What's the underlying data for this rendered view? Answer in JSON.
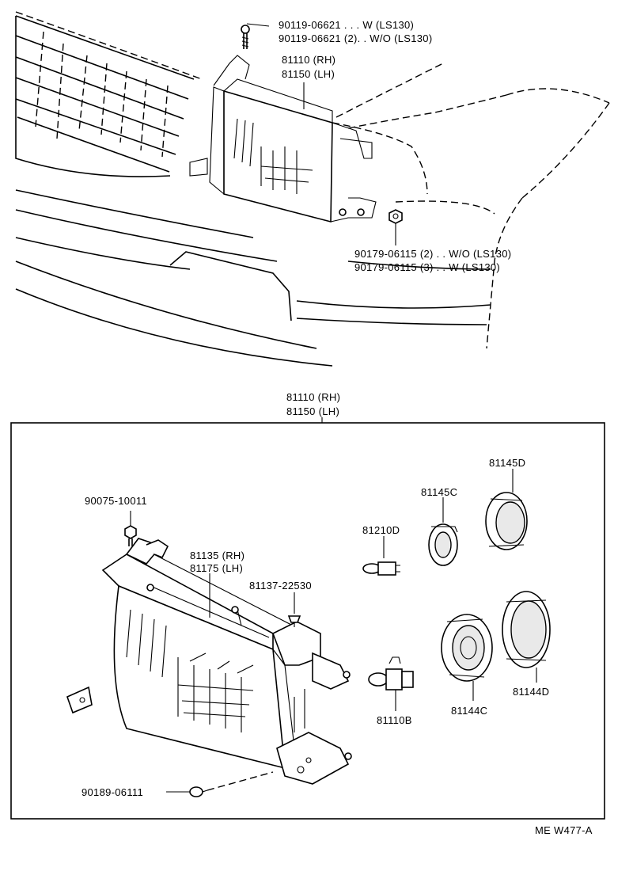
{
  "top_view": {
    "bolt_callout": {
      "line1": "90119-06621 . . . W (LS130)",
      "line2": "90119-06621 (2). . W/O (LS130)"
    },
    "assembly_callout": {
      "line1": "81110 (RH)",
      "line2": "81150 (LH)"
    },
    "nut_callout": {
      "line1": "90179-06115 (2) . . W/O (LS130)",
      "line2": "90179-06115 (3) . . W (LS130)"
    }
  },
  "detail_view": {
    "assembly_header": {
      "line1": "81110 (RH)",
      "line2": "81150 (LH)"
    },
    "screw_label": "90075-10011",
    "lens_label": {
      "line1": "81135 (RH)",
      "line2": "81175 (LH)"
    },
    "clip_label": "81137-22530",
    "small_bulb_label": "81210D",
    "small_socket_label": "81145C",
    "small_cover_label": "81145D",
    "headlamp_bulb_label": "81110B",
    "large_socket_label": "81144C",
    "large_cover_label": "81144D",
    "nut_label": "90189-06111"
  },
  "diagram_code": "ME W477-A"
}
